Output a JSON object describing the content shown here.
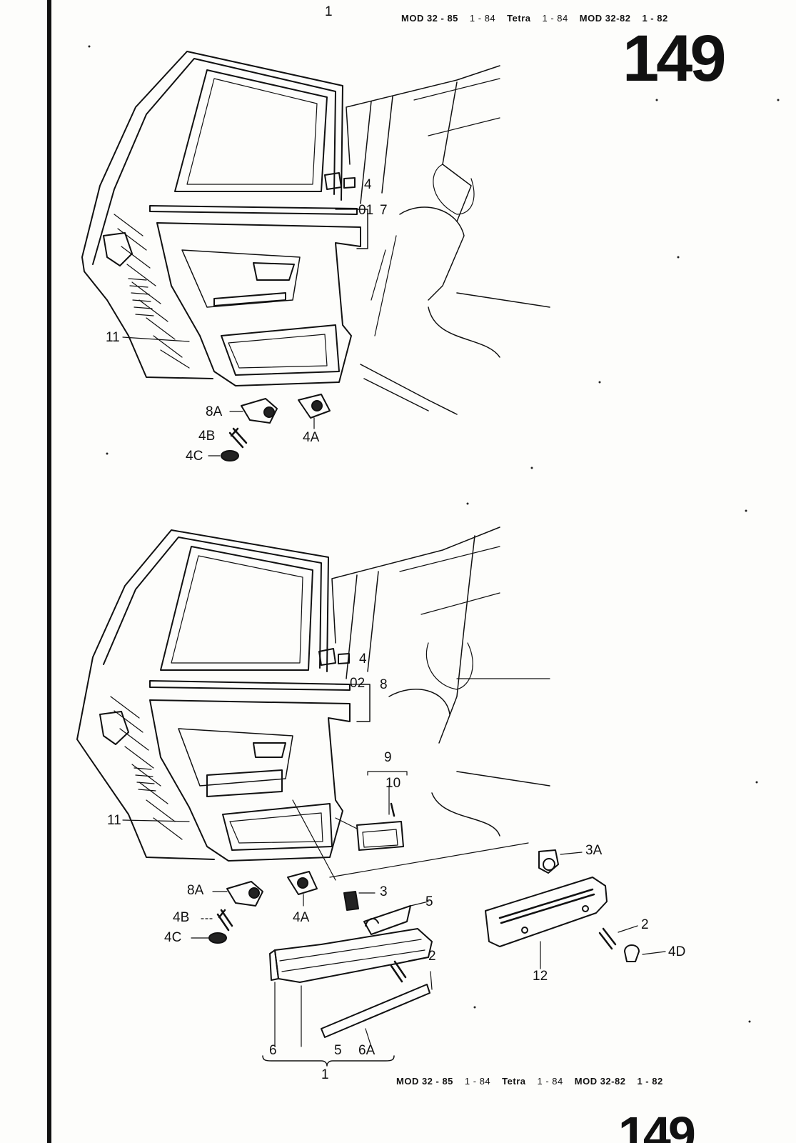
{
  "header": {
    "section_marker": "1",
    "model_line": [
      "MOD 32 - 85",
      "1 - 84",
      "Tetra",
      "1 - 84",
      "MOD 32-82",
      "1 - 82"
    ],
    "page_number": "149"
  },
  "footer": {
    "model_line": [
      "MOD 32 - 85",
      "1 - 84",
      "Tetra",
      "1 - 84",
      "MOD 32-82",
      "1 - 82"
    ],
    "next_page_fragment": "149"
  },
  "top_diagram": {
    "callouts": {
      "c4": "4",
      "c01": "01",
      "c7": "7",
      "c11": "11",
      "c8A": "8A",
      "c4B": "4B",
      "c4C": "4C",
      "c4A": "4A"
    }
  },
  "bottom_diagram": {
    "callouts": {
      "c4": "4",
      "c02": "02",
      "c8": "8",
      "c9": "9",
      "c10": "10",
      "c11": "11",
      "c3A": "3A",
      "c8A": "8A",
      "c4A": "4A",
      "c3": "3",
      "c5": "5",
      "c4B": "4B",
      "c4C": "4C",
      "c2a": "2",
      "c2b": "2",
      "c4D": "4D",
      "c12": "12",
      "c6": "6",
      "c5b": "5",
      "c6A": "6A",
      "c1": "1"
    }
  }
}
